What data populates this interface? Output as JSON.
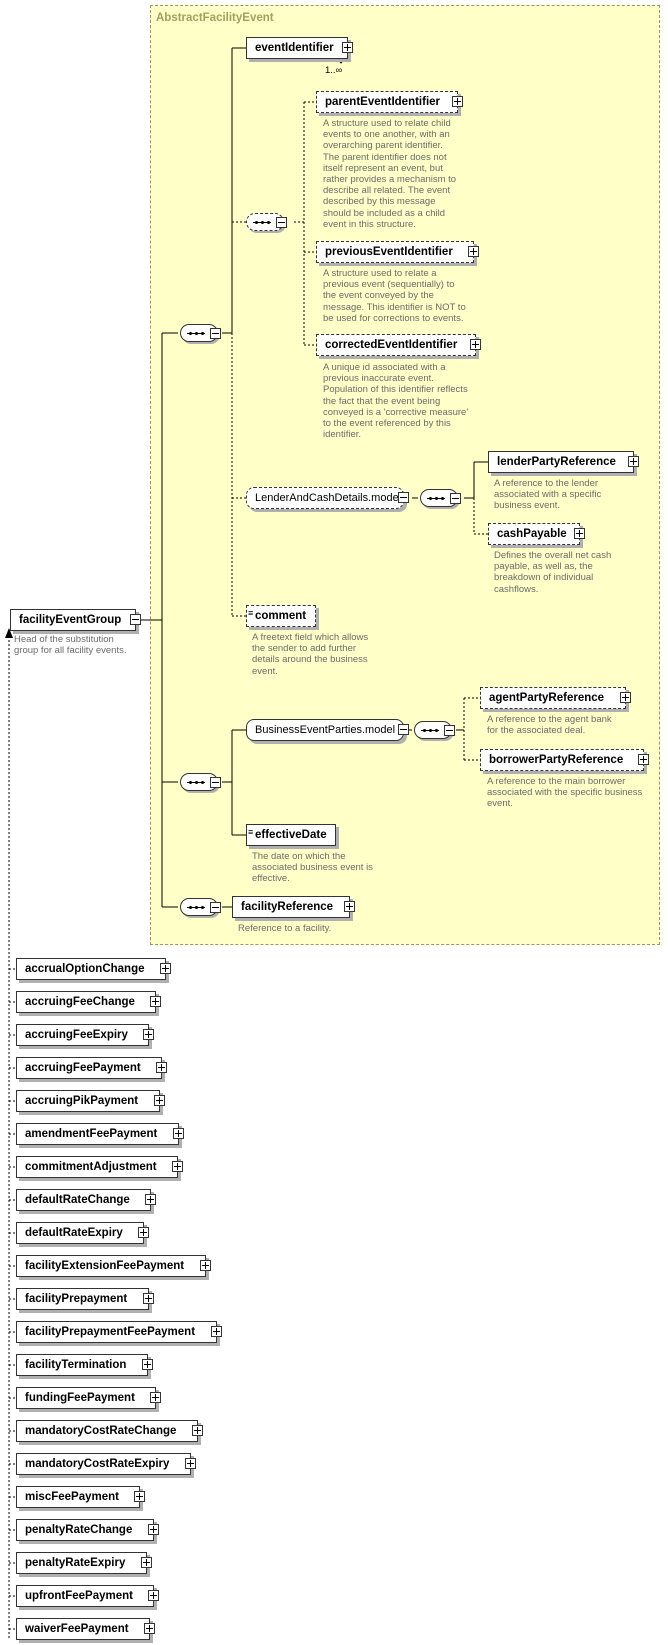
{
  "diagram": {
    "abstract_group": "AbstractFacilityEvent",
    "root": {
      "label": "facilityEventGroup",
      "doc": [
        "Head of the substitution",
        "group for all facility events."
      ]
    },
    "event_identifier": {
      "label": "eventIdentifier",
      "occurrence": "1..∞"
    },
    "parent_event_identifier": {
      "label": "parentEventIdentifier",
      "doc": [
        "A structure used to relate child",
        "events to one another, with an",
        "overarching parent identifier.",
        "The parent identifier does not",
        "itself represent an event, but",
        "rather provides a mechanism to",
        "describe all related. The event",
        "described by this message",
        "should be included as a child",
        "event in this structure."
      ]
    },
    "previous_event_identifier": {
      "label": "previousEventIdentifier",
      "doc": [
        "A structure used to relate a",
        "previous event (sequentially) to",
        "the event conveyed by the",
        "message. This identifier is NOT to",
        "be used for corrections to events."
      ]
    },
    "corrected_event_identifier": {
      "label": "correctedEventIdentifier",
      "doc": [
        "A unique id associated with a",
        "previous inaccurate event.",
        "Population of this identifier reflects",
        "the fact that the event being",
        "conveyed is a 'corrective measure'",
        "to the event referenced by this",
        "identifier."
      ]
    },
    "lender_model": {
      "label": "LenderAndCashDetails.model"
    },
    "lender_party_reference": {
      "label": "lenderPartyReference",
      "doc": [
        "A reference to the lender",
        "associated with a specific",
        "business event."
      ]
    },
    "cash_payable": {
      "label": "cashPayable",
      "doc": [
        "Defines the overall net cash",
        "payable, as well as, the",
        "breakdown of individual",
        "cashflows."
      ]
    },
    "comment": {
      "label": "comment",
      "doc": [
        "A freetext field which allows",
        "the sender to add further",
        "details around the business",
        "event."
      ]
    },
    "business_model": {
      "label": "BusinessEventParties.model"
    },
    "agent_party_reference": {
      "label": "agentPartyReference",
      "doc": [
        "A reference to the agent bank",
        "for the associated deal."
      ]
    },
    "borrower_party_reference": {
      "label": "borrowerPartyReference",
      "doc": [
        "A reference to the main borrower",
        "associated with the specific business",
        "event."
      ]
    },
    "effective_date": {
      "label": "effectiveDate",
      "doc": [
        "The date on which the",
        "associated business event is",
        "effective."
      ]
    },
    "facility_reference": {
      "label": "facilityReference",
      "doc": [
        "Reference to a facility."
      ]
    },
    "substitutions": [
      "accrualOptionChange",
      "accruingFeeChange",
      "accruingFeeExpiry",
      "accruingFeePayment",
      "accruingPikPayment",
      "amendmentFeePayment",
      "commitmentAdjustment",
      "defaultRateChange",
      "defaultRateExpiry",
      "facilityExtensionFeePayment",
      "facilityPrepayment",
      "facilityPrepaymentFeePayment",
      "facilityTermination",
      "fundingFeePayment",
      "mandatoryCostRateChange",
      "mandatoryCostRateExpiry",
      "miscFeePayment",
      "penaltyRateChange",
      "penaltyRateExpiry",
      "upfrontFeePayment",
      "waiverFeePayment"
    ]
  }
}
